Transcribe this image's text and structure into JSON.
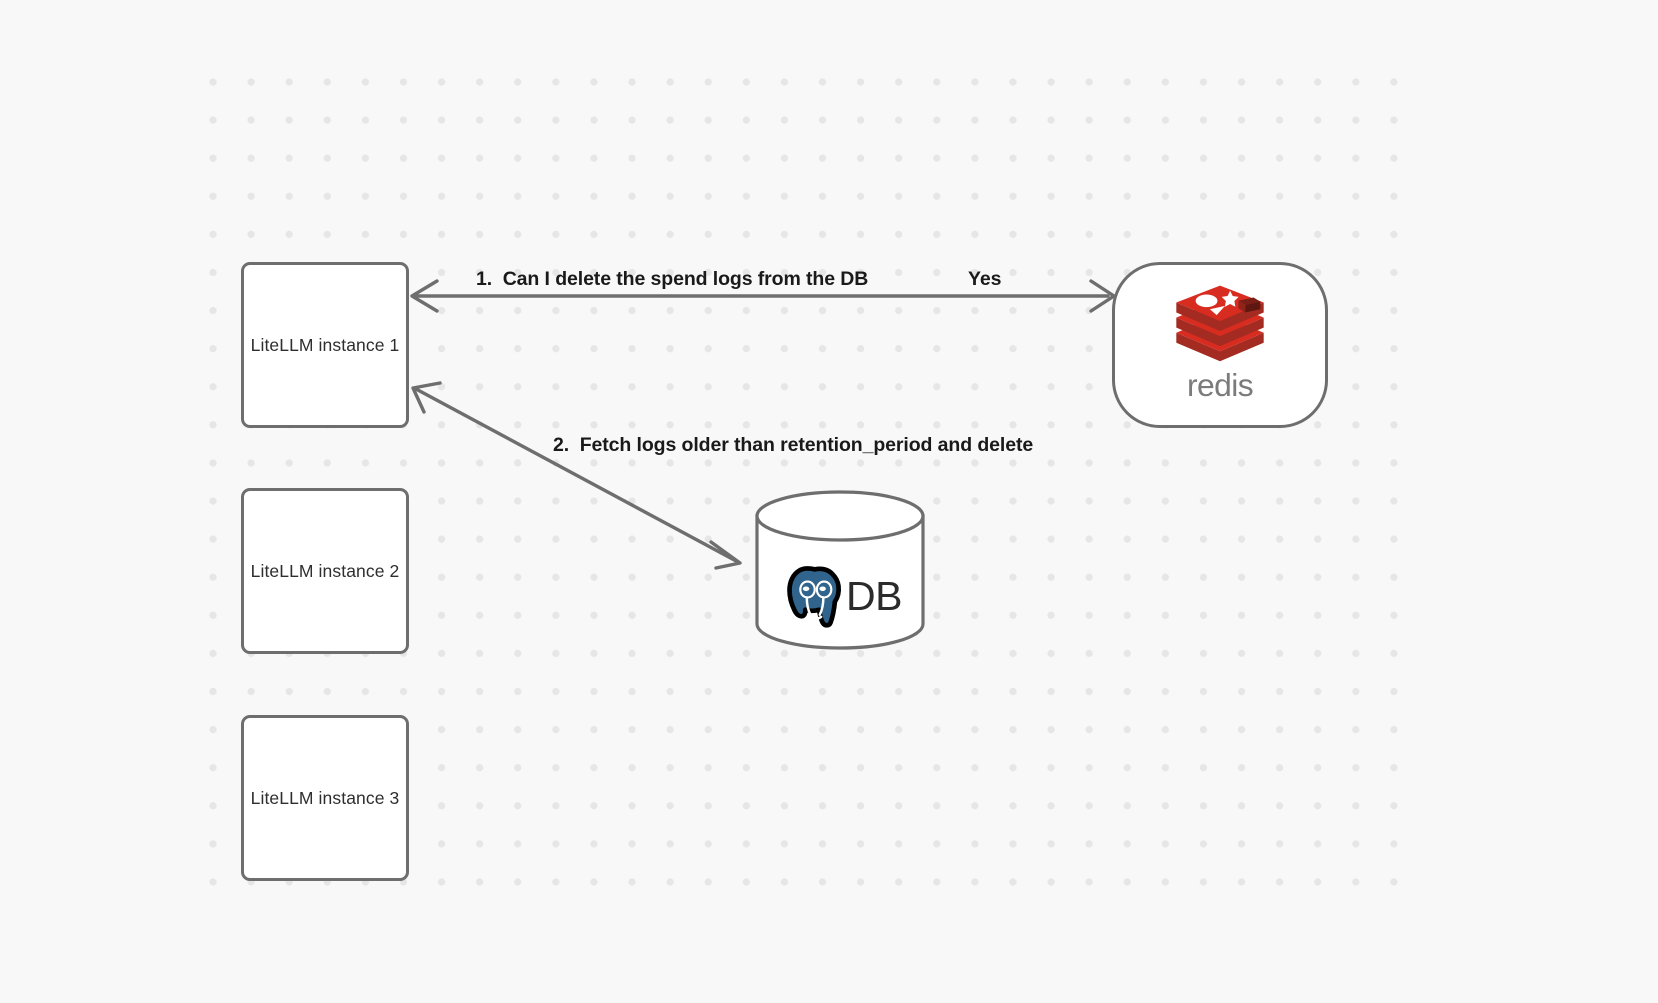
{
  "canvas": {
    "background_color": "#f8f8f8",
    "dot_color": "#e6e6e6",
    "stroke_color": "#6e6e6e"
  },
  "nodes": [
    {
      "id": "litellm-1",
      "label": "LiteLLM instance 1",
      "shape": "rounded-rect"
    },
    {
      "id": "litellm-2",
      "label": "LiteLLM instance 2",
      "shape": "rounded-rect"
    },
    {
      "id": "litellm-3",
      "label": "LiteLLM instance 3",
      "shape": "rounded-rect"
    },
    {
      "id": "redis",
      "label": "redis",
      "shape": "rounded-rect",
      "logo": "redis-logo",
      "logo_color": "#d82c20",
      "word_color": "#7a7a7a"
    },
    {
      "id": "db",
      "label": "DB",
      "shape": "cylinder",
      "logo": "postgresql-elephant-icon",
      "logo_color": "#31648c"
    }
  ],
  "edges": [
    {
      "id": "edge-1",
      "from": "redis",
      "to": "litellm-1",
      "label": "1.  Can I delete the spend logs from the DB",
      "secondary_label": "Yes"
    },
    {
      "id": "edge-2",
      "from": "db",
      "to": "litellm-1",
      "label": "2.  Fetch logs older than retention_period and delete"
    }
  ],
  "labels": {
    "step1": "1.  Can I delete the spend logs from the DB",
    "step1_answer": "Yes",
    "step2": "2.  Fetch logs older than retention_period and delete"
  }
}
